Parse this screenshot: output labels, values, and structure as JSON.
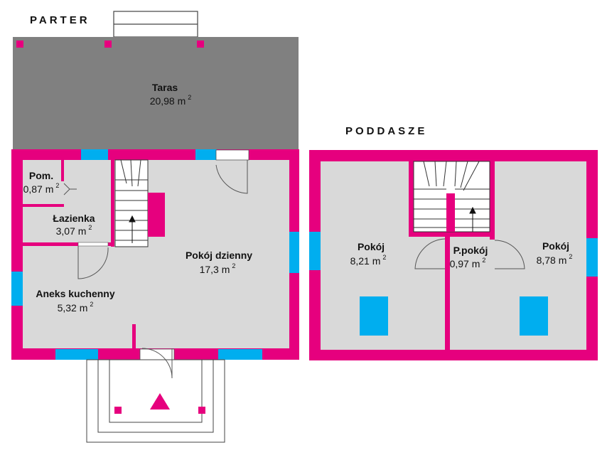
{
  "floors": {
    "ground": {
      "title": "PARTER"
    },
    "attic": {
      "title": "PODDASZE"
    }
  },
  "rooms": {
    "taras": {
      "name": "Taras",
      "area": "20,98 m",
      "unit_sup": "2"
    },
    "pom": {
      "name": "Pom.",
      "area": "0,87 m",
      "unit_sup": "2"
    },
    "lazienka": {
      "name": "Łazienka",
      "area": "3,07 m",
      "unit_sup": "2"
    },
    "aneks": {
      "name": "Aneks kuchenny",
      "area": "5,32 m",
      "unit_sup": "2"
    },
    "dzienny": {
      "name": "Pokój dzienny",
      "area": "17,3 m",
      "unit_sup": "2"
    },
    "pokoj_left": {
      "name": "Pokój",
      "area": "8,21 m",
      "unit_sup": "2"
    },
    "ppokoj": {
      "name": "P.pokój",
      "area": "0,97 m",
      "unit_sup": "2"
    },
    "pokoj_right": {
      "name": "Pokój",
      "area": "8,78 m",
      "unit_sup": "2"
    }
  },
  "colors": {
    "wall": "#e6007e",
    "window": "#00aeef",
    "floor": "#d9d9d9",
    "terrace": "#808080"
  }
}
